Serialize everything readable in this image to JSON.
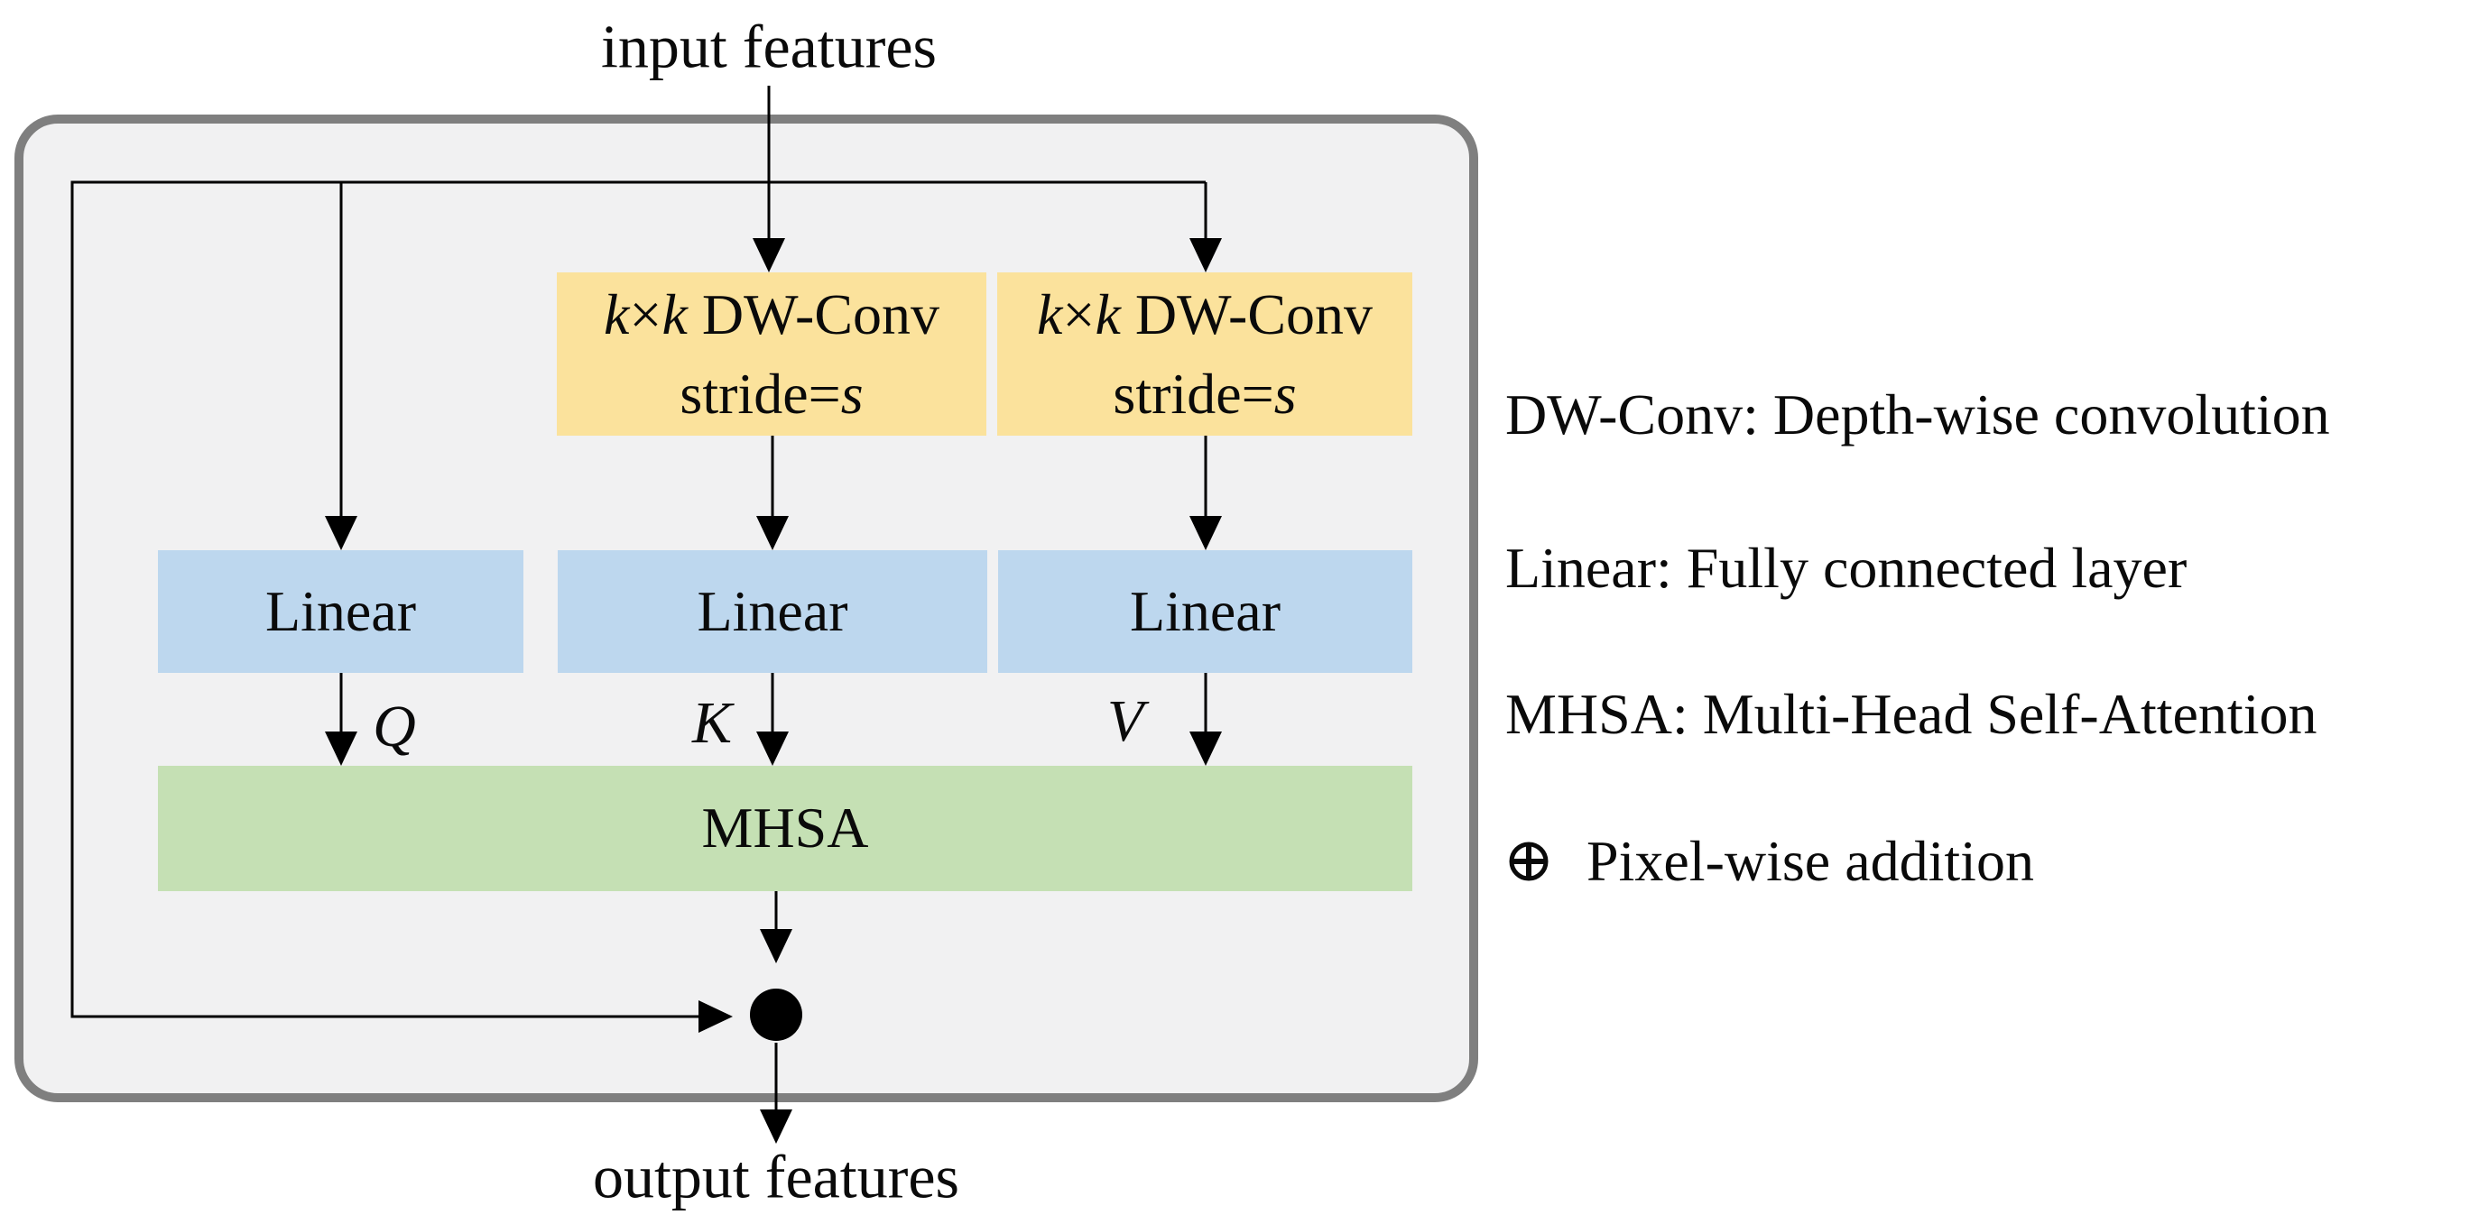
{
  "colors": {
    "panel_fill": "#f1f1f2",
    "panel_border": "#7f7f7f",
    "conv_fill": "#fbe29c",
    "linear_fill": "#bdd7ee",
    "mhsa_fill": "#c5e0b4",
    "line": "#000000"
  },
  "io": {
    "input": "input features",
    "output": "output features"
  },
  "blocks": {
    "dwconv": {
      "k1": "k",
      "times": "×",
      "k2": "k",
      "name": " DW-Conv",
      "stride_prefix": "stride=",
      "stride_var": "s"
    },
    "linear": "Linear",
    "mhsa": "MHSA"
  },
  "ports": {
    "q": "Q",
    "k": "K",
    "v": "V"
  },
  "addition_node_icon": "circle-plus",
  "legend": {
    "rows": [
      {
        "text": "DW-Conv: Depth-wise convolution"
      },
      {
        "text": "Linear: Fully connected layer"
      },
      {
        "text": "MHSA: Multi-Head Self-Attention"
      },
      {
        "icon": "circle-plus",
        "text": "Pixel-wise addition"
      }
    ]
  }
}
